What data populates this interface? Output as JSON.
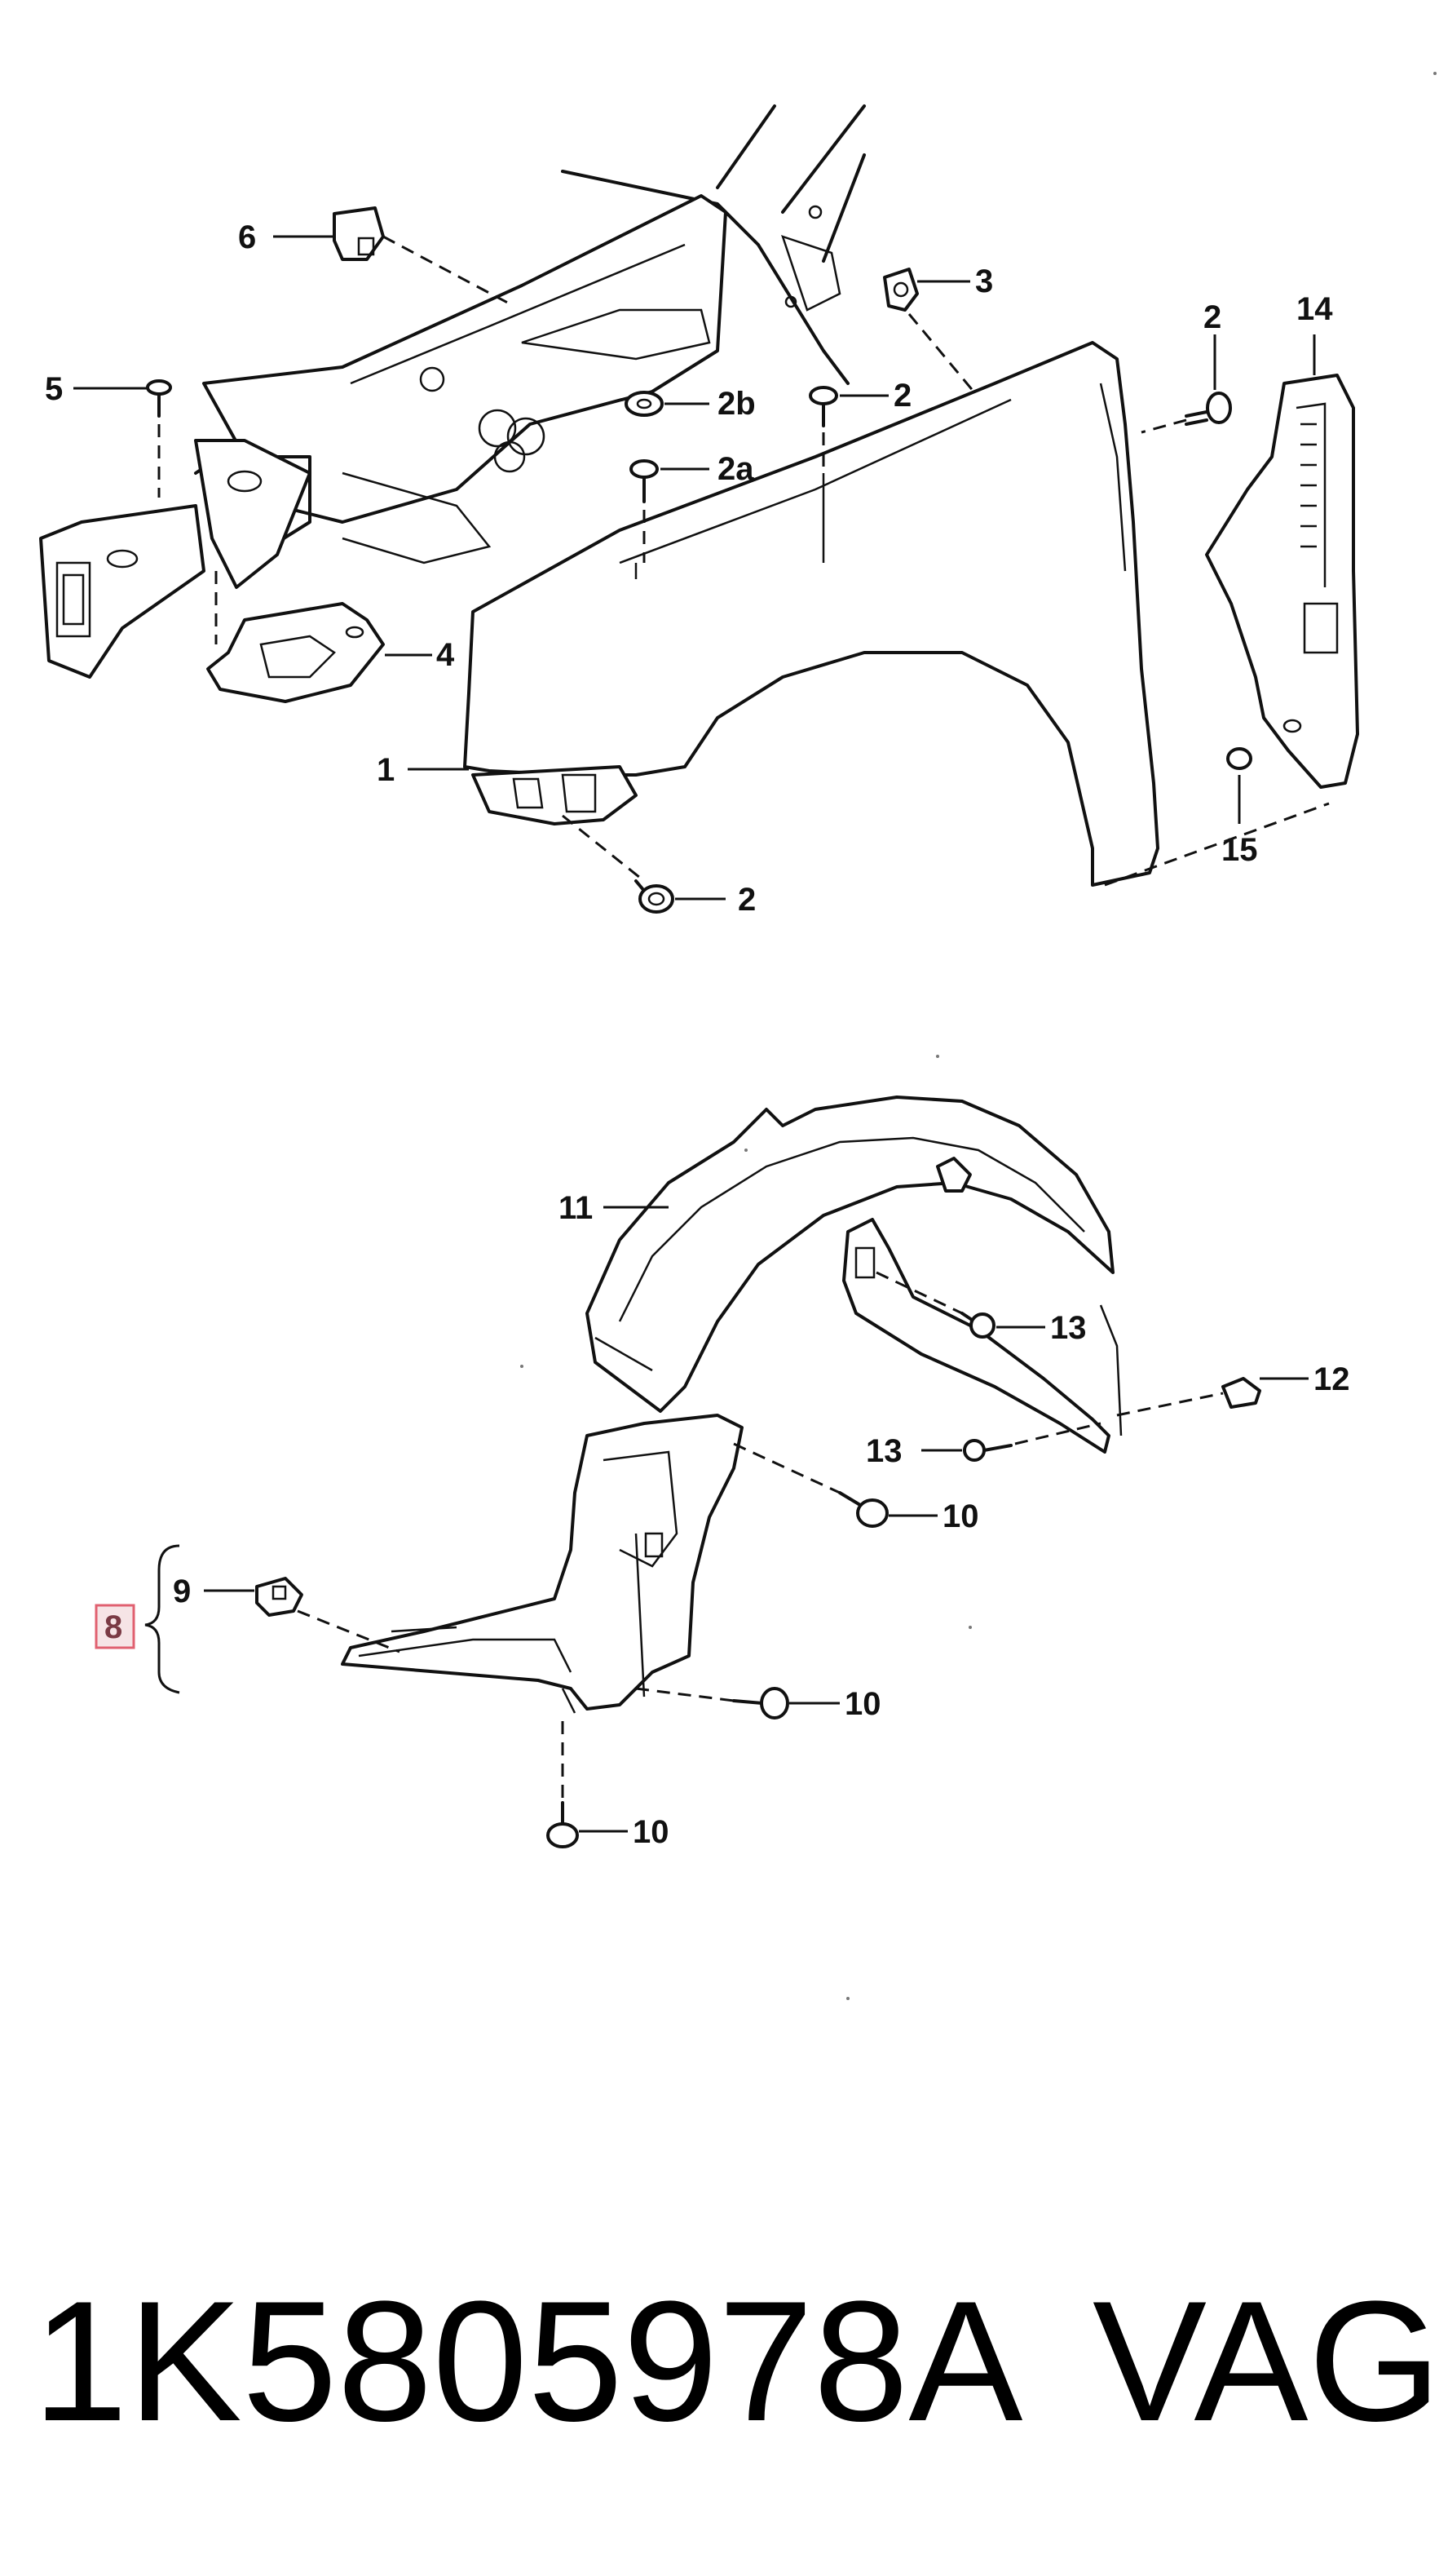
{
  "callouts": {
    "c1": "1",
    "c2_right": "2",
    "c2_top": "2",
    "c2a": "2a",
    "c2b": "2b",
    "c2_bottom": "2",
    "c3": "3",
    "c4": "4",
    "c5": "5",
    "c6": "6",
    "c8": "8",
    "c9": "9",
    "c10_a": "10",
    "c10_b": "10",
    "c10_c": "10",
    "c11": "11",
    "c12": "12",
    "c13_a": "13",
    "c13_b": "13",
    "c14": "14",
    "c15": "15"
  },
  "footer": {
    "part_number": "1K5805978A",
    "brand": "VAG"
  },
  "colors": {
    "line": "#111111",
    "highlight_box": "#e06070"
  }
}
